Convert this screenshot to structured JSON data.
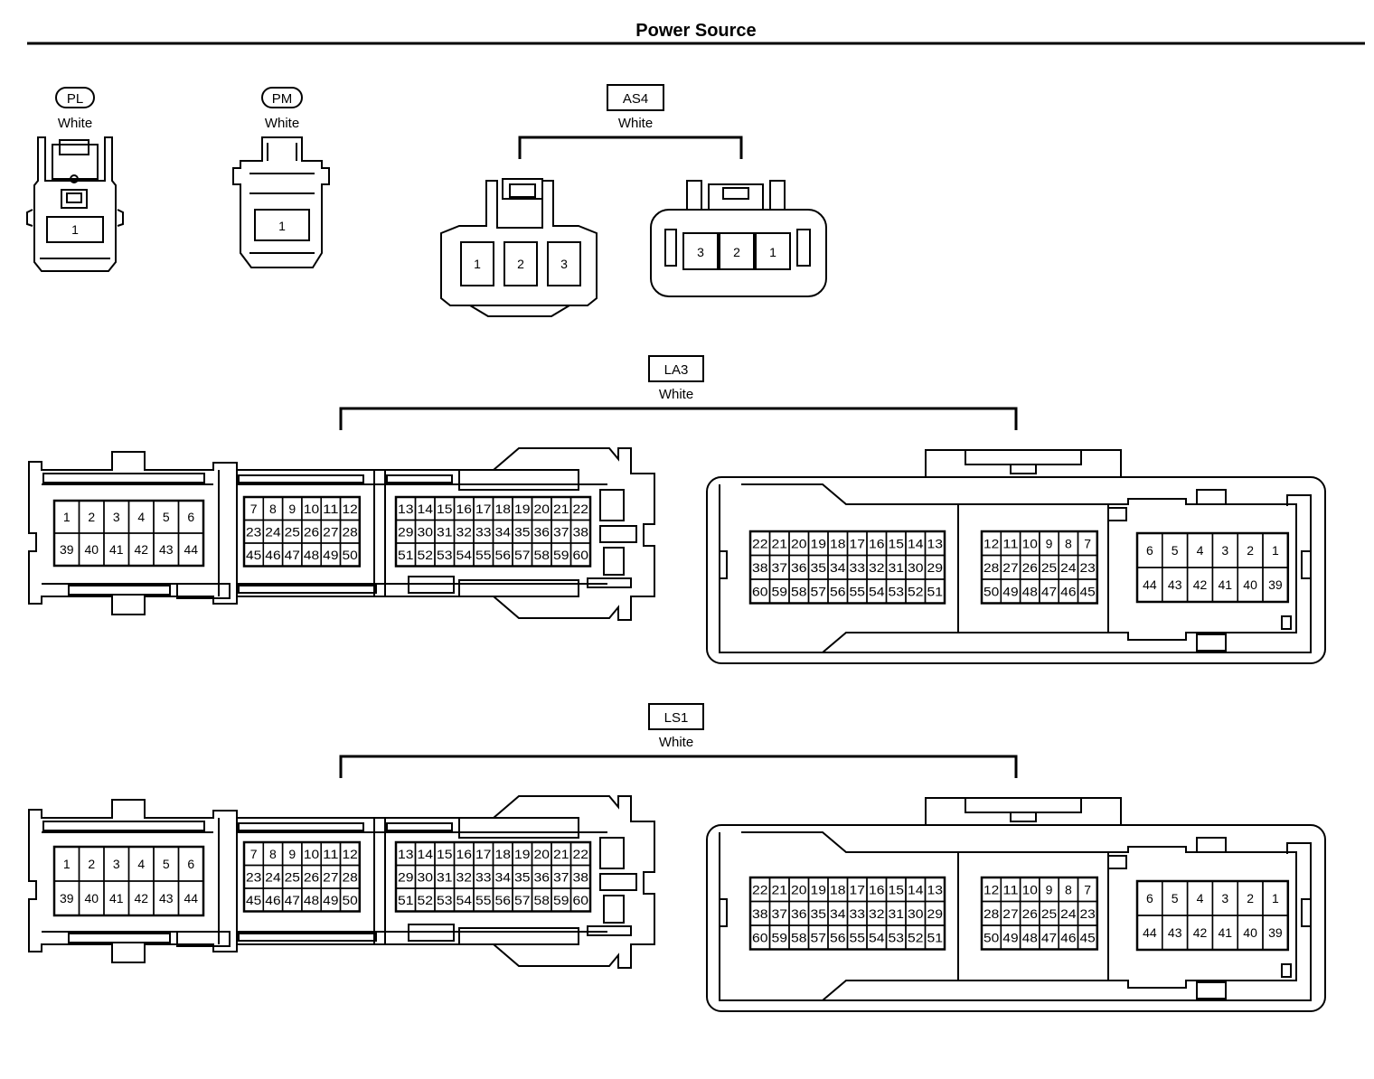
{
  "title": "Power Source",
  "connectors": {
    "PL": {
      "code": "PL",
      "color": "White",
      "pins": [
        "1"
      ]
    },
    "PM": {
      "code": "PM",
      "color": "White",
      "pins": [
        "1"
      ]
    },
    "AS4": {
      "code": "AS4",
      "color": "White",
      "left_pins": [
        "1",
        "2",
        "3"
      ],
      "right_pins": [
        "3",
        "2",
        "1"
      ]
    },
    "LA3": {
      "code": "LA3",
      "color": "White",
      "left_a": [
        [
          "1",
          "2",
          "3",
          "4",
          "5",
          "6"
        ],
        [
          "39",
          "40",
          "41",
          "42",
          "43",
          "44"
        ]
      ],
      "left_b": [
        [
          "7",
          "8",
          "9",
          "10",
          "11",
          "12"
        ],
        [
          "23",
          "24",
          "25",
          "26",
          "27",
          "28"
        ],
        [
          "45",
          "46",
          "47",
          "48",
          "49",
          "50"
        ]
      ],
      "left_c": [
        [
          "13",
          "14",
          "15",
          "16",
          "17",
          "18",
          "19",
          "20",
          "21",
          "22"
        ],
        [
          "29",
          "30",
          "31",
          "32",
          "33",
          "34",
          "35",
          "36",
          "37",
          "38"
        ],
        [
          "51",
          "52",
          "53",
          "54",
          "55",
          "56",
          "57",
          "58",
          "59",
          "60"
        ]
      ],
      "right_a": [
        [
          "22",
          "21",
          "20",
          "19",
          "18",
          "17",
          "16",
          "15",
          "14",
          "13"
        ],
        [
          "38",
          "37",
          "36",
          "35",
          "34",
          "33",
          "32",
          "31",
          "30",
          "29"
        ],
        [
          "60",
          "59",
          "58",
          "57",
          "56",
          "55",
          "54",
          "53",
          "52",
          "51"
        ]
      ],
      "right_b": [
        [
          "12",
          "11",
          "10",
          "9",
          "8",
          "7"
        ],
        [
          "28",
          "27",
          "26",
          "25",
          "24",
          "23"
        ],
        [
          "50",
          "49",
          "48",
          "47",
          "46",
          "45"
        ]
      ],
      "right_c": [
        [
          "6",
          "5",
          "4",
          "3",
          "2",
          "1"
        ],
        [
          "44",
          "43",
          "42",
          "41",
          "40",
          "39"
        ]
      ]
    },
    "LS1": {
      "code": "LS1",
      "color": "White",
      "left_a": [
        [
          "1",
          "2",
          "3",
          "4",
          "5",
          "6"
        ],
        [
          "39",
          "40",
          "41",
          "42",
          "43",
          "44"
        ]
      ],
      "left_b": [
        [
          "7",
          "8",
          "9",
          "10",
          "11",
          "12"
        ],
        [
          "23",
          "24",
          "25",
          "26",
          "27",
          "28"
        ],
        [
          "45",
          "46",
          "47",
          "48",
          "49",
          "50"
        ]
      ],
      "left_c": [
        [
          "13",
          "14",
          "15",
          "16",
          "17",
          "18",
          "19",
          "20",
          "21",
          "22"
        ],
        [
          "29",
          "30",
          "31",
          "32",
          "33",
          "34",
          "35",
          "36",
          "37",
          "38"
        ],
        [
          "51",
          "52",
          "53",
          "54",
          "55",
          "56",
          "57",
          "58",
          "59",
          "60"
        ]
      ],
      "right_a": [
        [
          "22",
          "21",
          "20",
          "19",
          "18",
          "17",
          "16",
          "15",
          "14",
          "13"
        ],
        [
          "38",
          "37",
          "36",
          "35",
          "34",
          "33",
          "32",
          "31",
          "30",
          "29"
        ],
        [
          "60",
          "59",
          "58",
          "57",
          "56",
          "55",
          "54",
          "53",
          "52",
          "51"
        ]
      ],
      "right_b": [
        [
          "12",
          "11",
          "10",
          "9",
          "8",
          "7"
        ],
        [
          "28",
          "27",
          "26",
          "25",
          "24",
          "23"
        ],
        [
          "50",
          "49",
          "48",
          "47",
          "46",
          "45"
        ]
      ],
      "right_c": [
        [
          "6",
          "5",
          "4",
          "3",
          "2",
          "1"
        ],
        [
          "44",
          "43",
          "42",
          "41",
          "40",
          "39"
        ]
      ]
    }
  }
}
